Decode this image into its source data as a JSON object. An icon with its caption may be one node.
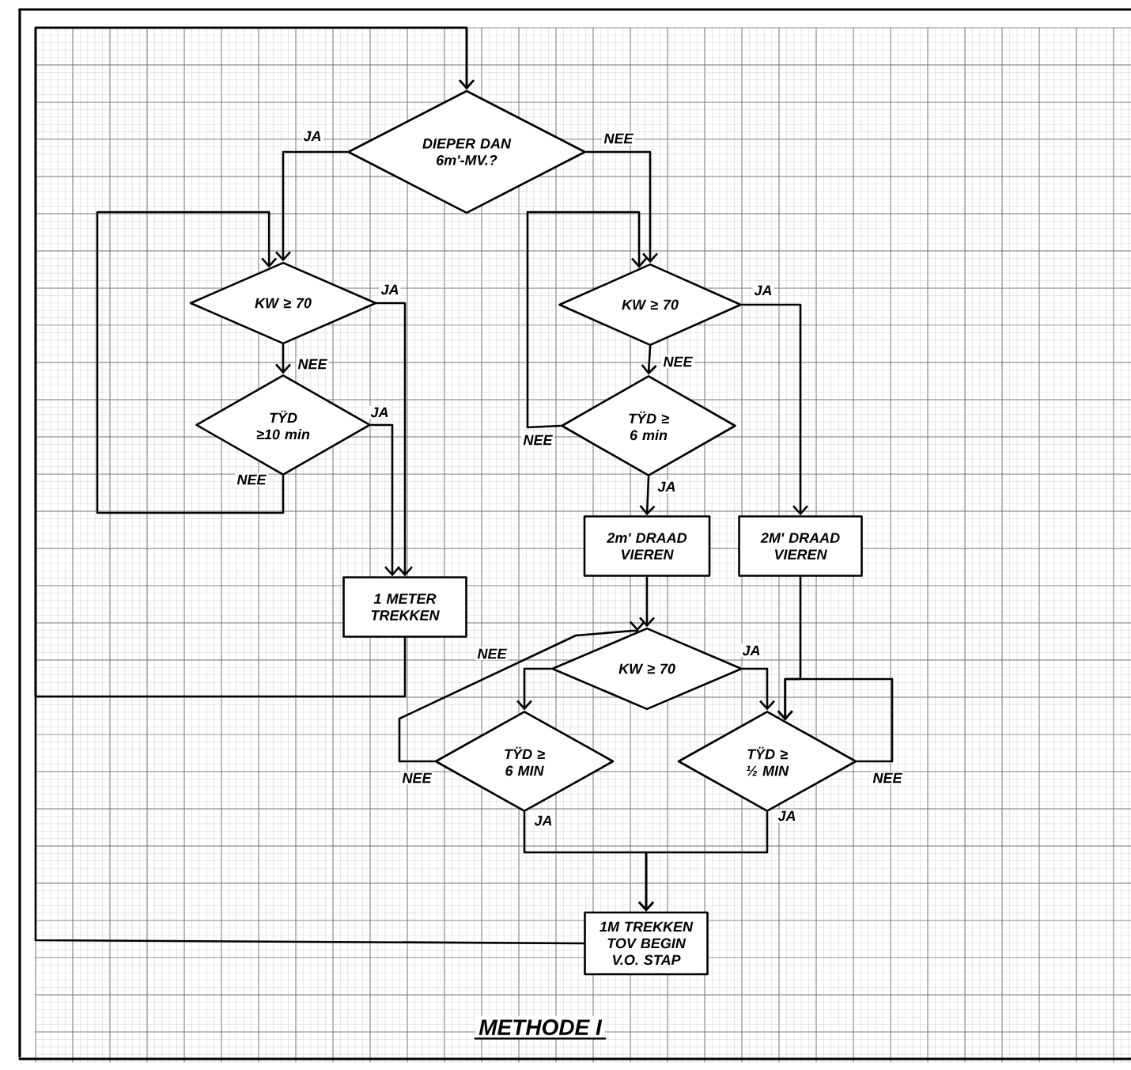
{
  "diagram": {
    "caption": "METHODE I",
    "nodes": [
      {
        "text": [
          "DIEPER DAN 6m'-MV.?"
        ]
      },
      {
        "text": [
          "KW ≥ 70"
        ]
      },
      {
        "text": [
          "TŸD ≥10 min"
        ]
      },
      {
        "text": [
          "1 METER TREKKEN"
        ]
      },
      {
        "text": [
          "KW ≥ 70"
        ]
      },
      {
        "text": [
          "TŸD ≥ 6 min"
        ]
      },
      {
        "text": [
          "2m' DRAAD VIEREN"
        ]
      },
      {
        "text": [
          "2M' DRAAD VIEREN"
        ]
      },
      {
        "text": [
          "KW ≥ 70"
        ]
      },
      {
        "text": [
          "TŸD ≥ 6 MIN"
        ]
      },
      {
        "text": [
          "TŸD ≥ ½ MIN"
        ]
      },
      {
        "text": [
          "1M TREKKEN TOV BEGIN V.O. STAP"
        ]
      }
    ],
    "edges": [
      {
        "from": 0,
        "to": 1,
        "arrow": "to",
        "label": "JA"
      },
      {
        "from": 0,
        "to": 4,
        "arrow": "to",
        "label": "NEE"
      },
      {
        "from": 1,
        "to": 3,
        "arrow": "to",
        "label": "JA"
      },
      {
        "from": 1,
        "to": 2,
        "arrow": "to",
        "label": "NEE"
      },
      {
        "from": 2,
        "to": 3,
        "arrow": "to",
        "label": "JA"
      },
      {
        "from": 2,
        "to": 1,
        "arrow": "to",
        "label": "NEE"
      },
      {
        "from": 4,
        "to": 7,
        "arrow": "to",
        "label": "JA"
      },
      {
        "from": 4,
        "to": 5,
        "arrow": "to",
        "label": "NEE"
      },
      {
        "from": 5,
        "to": 4,
        "arrow": "to",
        "label": "NEE"
      },
      {
        "from": 5,
        "to": 6,
        "arrow": "to",
        "label": "JA"
      },
      {
        "from": 6,
        "to": 8,
        "arrow": "to"
      },
      {
        "from": 7,
        "to": 10,
        "arrow": "to"
      },
      {
        "from": 8,
        "to": 9,
        "arrow": "to",
        "label": "NEE"
      },
      {
        "from": 8,
        "to": 10,
        "arrow": "to",
        "label": "JA"
      },
      {
        "from": 9,
        "to": 8,
        "arrow": "to",
        "label": "NEE"
      },
      {
        "from": 10,
        "to": 10,
        "arrow": "to",
        "label": "NEE"
      },
      {
        "from": 9,
        "to": 11,
        "arrow": "to",
        "label": "JA"
      },
      {
        "from": 10,
        "to": 11,
        "arrow": "to",
        "label": "JA"
      },
      {
        "from": 3,
        "to": 0,
        "arrow": "to"
      },
      {
        "from": 11,
        "to": 0,
        "arrow": "to"
      }
    ]
  }
}
